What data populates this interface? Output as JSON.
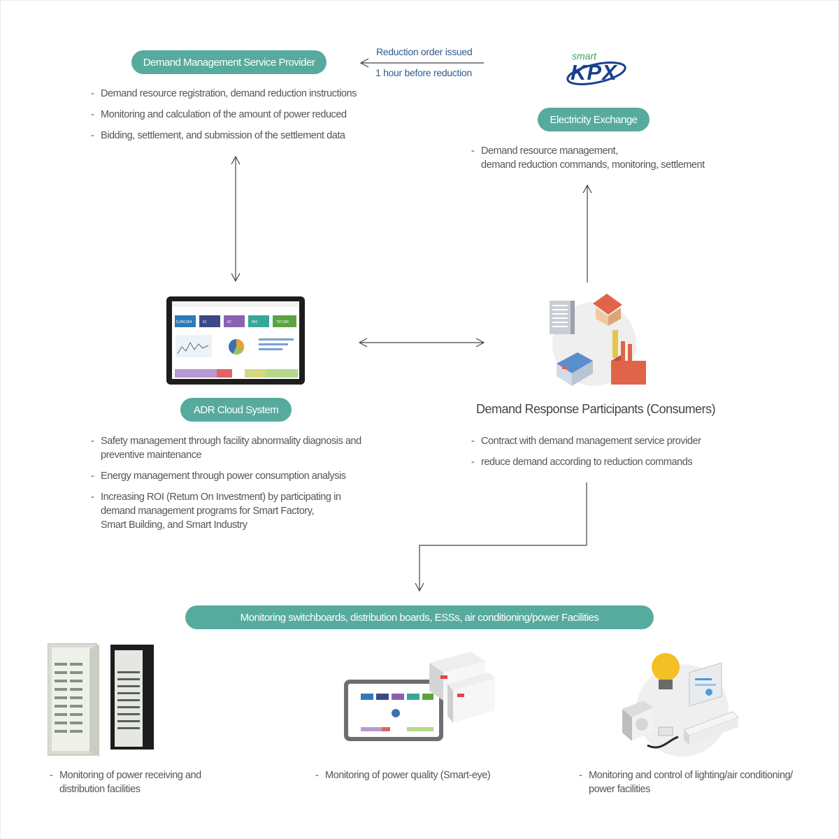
{
  "dmsp": {
    "title": "Demand Management Service Provider",
    "items": [
      "Demand resource registration, demand reduction instructions",
      "Monitoring and calculation of the amount of power reduced",
      "Bidding, settlement, and submission of the settlement data"
    ]
  },
  "reduction_arrow": {
    "line1": "Reduction order issued",
    "line2": "1 hour before reduction"
  },
  "kpx": {
    "logo_small": "smart",
    "logo_big": "KPX",
    "title": "Electricity Exchange",
    "items": [
      "Demand resource management,",
      "demand reduction commands, monitoring, settlement"
    ]
  },
  "adr": {
    "title": "ADR Cloud System",
    "items": [
      "Safety management through facility abnormality diagnosis and",
      "preventive maintenance",
      "Energy management through power consumption analysis",
      "Increasing ROI (Return On Investment) by participating in",
      "demand management programs for Smart Factory,",
      "Smart Building, and Smart Industry"
    ],
    "screen_values": [
      "5,284,904",
      "61",
      "62",
      "841",
      "797,036"
    ]
  },
  "drp": {
    "title": "Demand Response Participants (Consumers)",
    "items": [
      "Contract with demand management service provider",
      "reduce demand according to reduction commands"
    ]
  },
  "monitoring": {
    "title": "Monitoring switchboards, distribution boards, ESSs, air conditioning/power Facilities",
    "col1": [
      "Monitoring of power receiving and",
      "distribution facilities"
    ],
    "col2": [
      "Monitoring of power quality (Smart-eye)"
    ],
    "col3": [
      "Monitoring and control of lighting/air conditioning/",
      "power facilities"
    ]
  },
  "colors": {
    "accent": "#57ab9e",
    "arrow_text": "#2f5a8c",
    "kpx_blue": "#1a3f8f",
    "kpx_green": "#3aa35a"
  }
}
